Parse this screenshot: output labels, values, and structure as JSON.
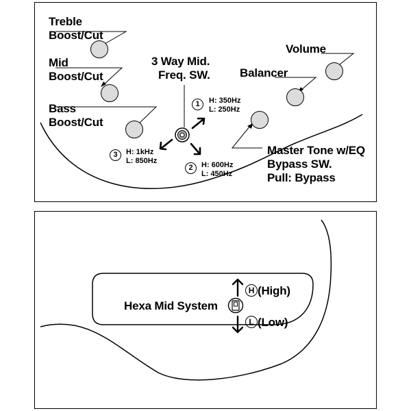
{
  "top_panel": {
    "treble": [
      "Treble",
      "Boost/Cut"
    ],
    "mid": [
      "Mid",
      "Boost/Cut"
    ],
    "bass": [
      "Bass",
      "Boost/Cut"
    ],
    "freq_switch": [
      "3 Way Mid.",
      "Freq. SW."
    ],
    "volume": "Volume",
    "balancer": "Balancer",
    "master_tone": [
      "Master Tone w/EQ",
      "Bypass SW.",
      "Pull: Bypass"
    ],
    "pos1": {
      "num": "1",
      "h": "H: 350Hz",
      "l": "L: 250Hz"
    },
    "pos2": {
      "num": "2",
      "h": "H: 600Hz",
      "l": "L: 450Hz"
    },
    "pos3": {
      "num": "3",
      "h": "H: 1kHz",
      "l": "L: 850Hz"
    }
  },
  "bottom_panel": {
    "title": "Hexa Mid System",
    "high_letter": "H",
    "high_label": "(High)",
    "low_letter": "L",
    "low_label": "(Low)"
  },
  "colors": {
    "knob": "#dcdcdc",
    "line": "#000000",
    "background": "#ffffff"
  }
}
